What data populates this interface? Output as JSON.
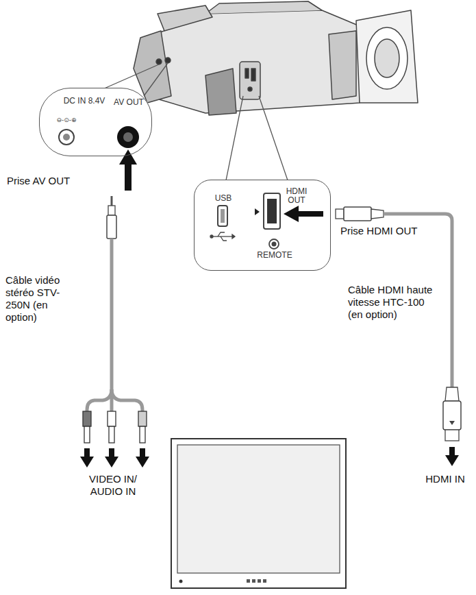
{
  "diagram": {
    "nodes": [
      {
        "text": [
          "DC IN 8.4V",
          "AV OUT"
        ]
      },
      {
        "text": [
          "USB",
          "HDMI OUT",
          "REMOTE"
        ]
      }
    ],
    "labels": [
      "Prise AV OUT",
      "Câble vidéo stéréo STV-250N (en option)",
      "Prise HDMI OUT",
      "Câble HDMI haute vitesse HTC-100 (en option)",
      "VIDEO IN/ AUDIO IN",
      "HDMI IN"
    ]
  }
}
